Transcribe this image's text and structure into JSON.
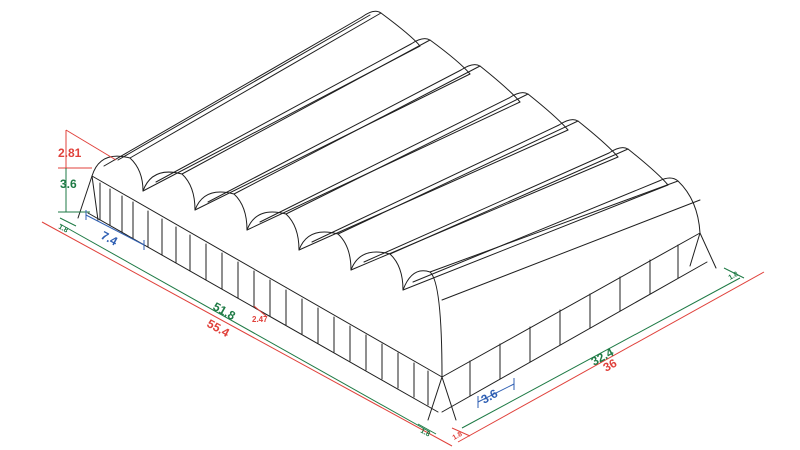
{
  "colors": {
    "outline": "#1f1f1f",
    "dim_red": "#e0413b",
    "dim_green": "#1e7a45",
    "dim_blue": "#2f5fb3"
  },
  "dimensions": {
    "ridge_height": "2.81",
    "wall_height": "3.6",
    "bay_span": "7.4",
    "inner_length": "51.8",
    "overall_length": "55.4",
    "gutter_spacing": "2.47",
    "inner_width": "32.4",
    "overall_width": "36",
    "end_bay": "3.6",
    "offset_left": "1.8",
    "offset_bottom_left": "1.8",
    "offset_bottom_right": "1.8",
    "offset_right": "1.8"
  }
}
